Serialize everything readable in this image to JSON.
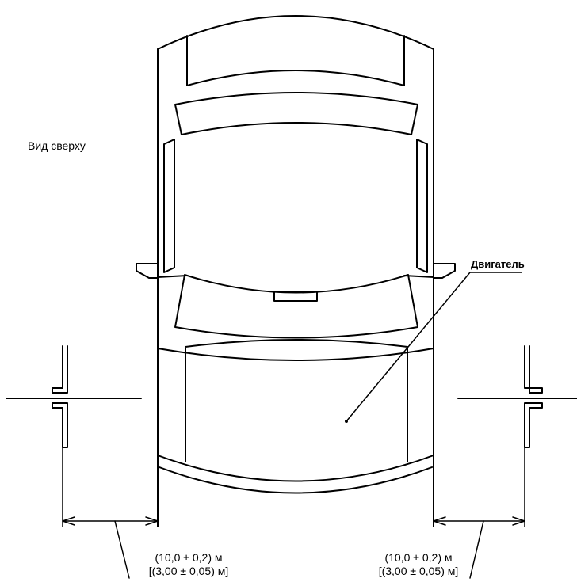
{
  "view_label": "Вид сверху",
  "engine_label": "Двигатель",
  "dimensions": {
    "left": {
      "line1": "(10,0 ± 0,2) м",
      "line2": "[(3,00 ± 0,05) м]"
    },
    "right": {
      "line1": "(10,0 ± 0,2) м",
      "line2": "[(3,00 ± 0,05) м]"
    }
  },
  "colors": {
    "ink": "#000000",
    "background": "#ffffff"
  }
}
